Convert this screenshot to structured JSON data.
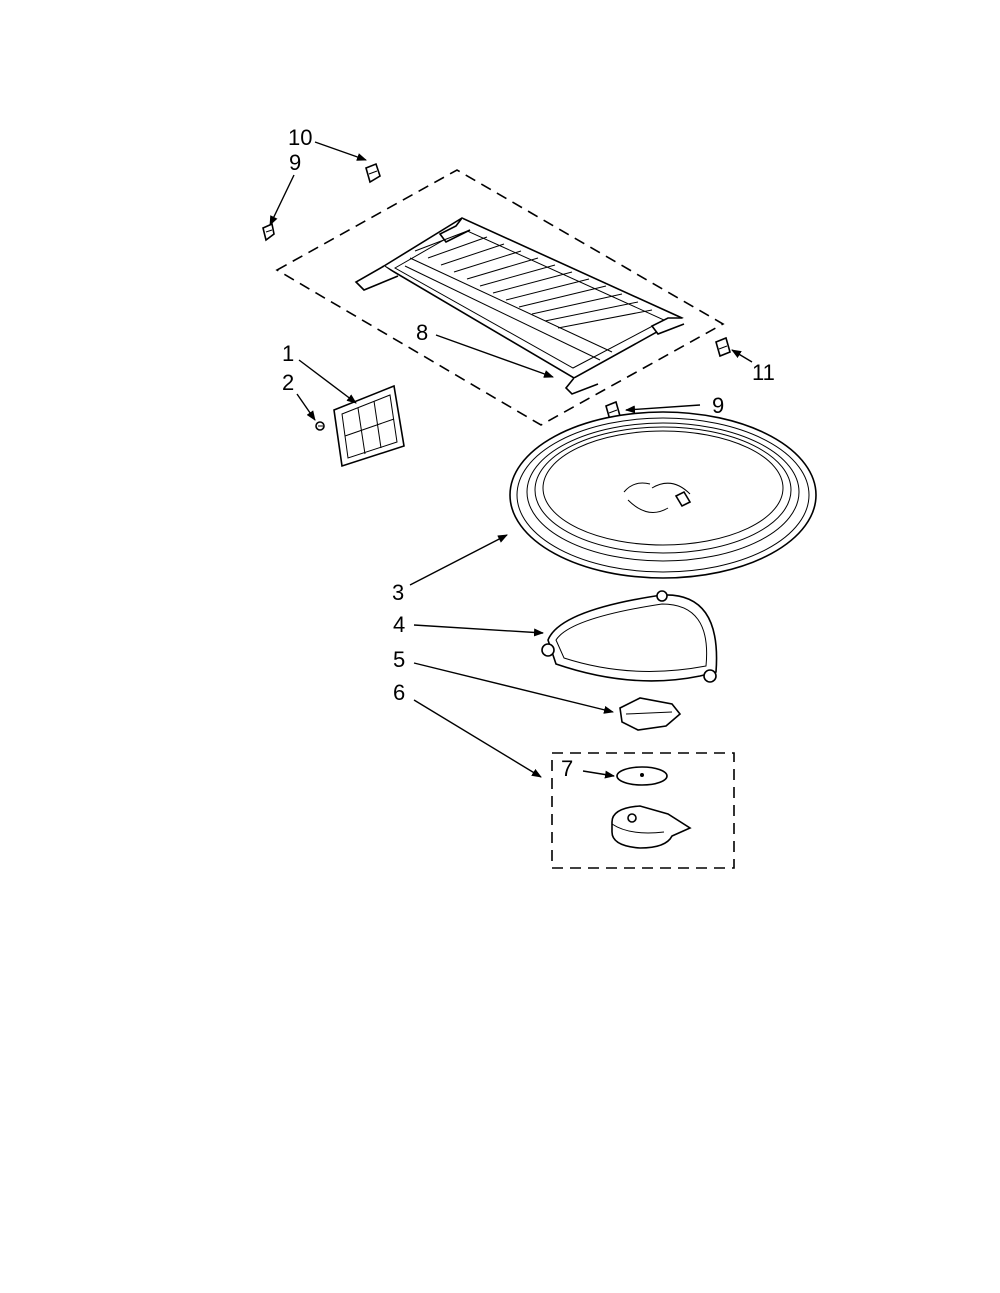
{
  "callouts": {
    "c1": "1",
    "c2": "2",
    "c3": "3",
    "c4": "4",
    "c5": "5",
    "c6": "6",
    "c7": "7",
    "c8": "8",
    "c9a": "9",
    "c9b": "9",
    "c10": "10",
    "c11": "11"
  },
  "colors": {
    "line": "#000000",
    "background": "#ffffff"
  }
}
